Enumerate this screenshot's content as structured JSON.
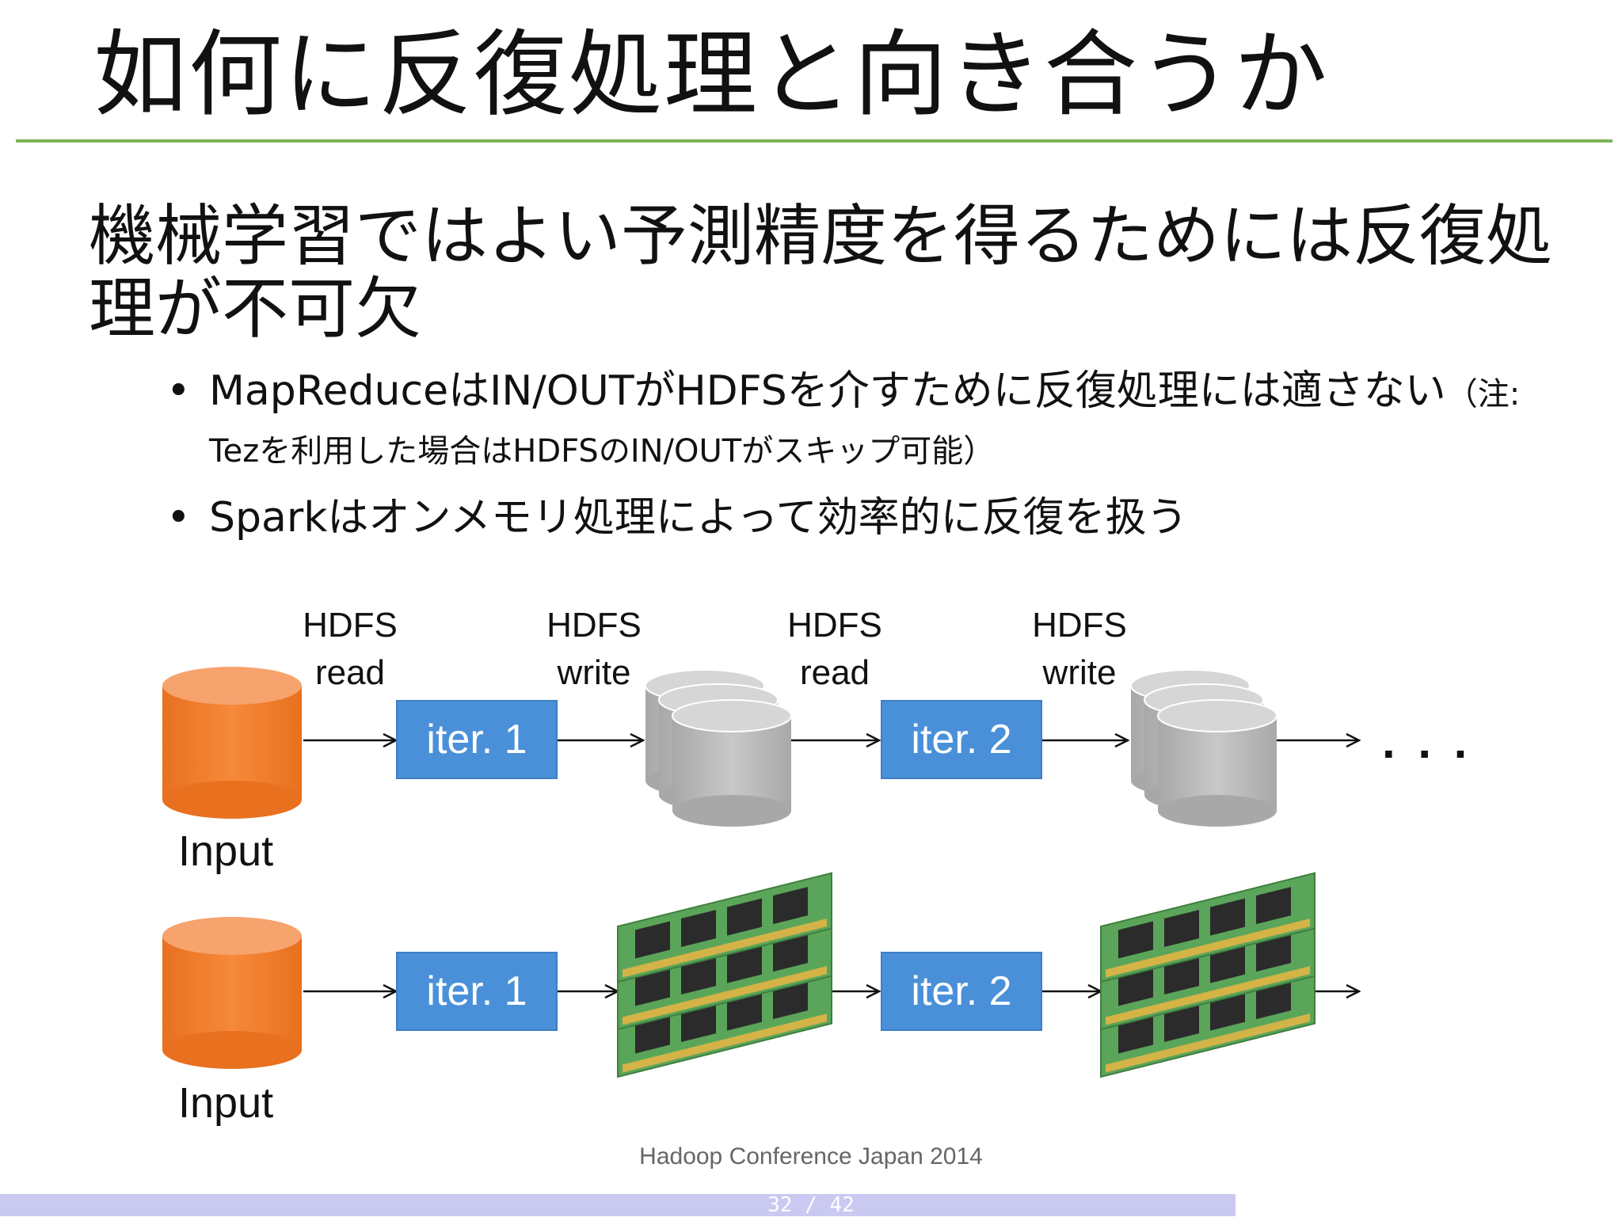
{
  "title": "如何に反復処理と向き合うか",
  "main_point": "機械学習ではよい予測精度を得るためには反復処理が不可欠",
  "bullets": {
    "b1_main": "MapReduceはIN/OUTがHDFSを介すために反復処理には適さない",
    "b1_note": "（注: Tezを利用した場合はHDFSのIN/OUTがスキップ可能）",
    "b2": "Sparkはオンメモリ処理によって効率的に反復を扱う"
  },
  "diagram": {
    "hdfs_read_1": [
      "HDFS",
      "read"
    ],
    "hdfs_write_1": [
      "HDFS",
      "write"
    ],
    "hdfs_read_2": [
      "HDFS",
      "read"
    ],
    "hdfs_write_2": [
      "HDFS",
      "write"
    ],
    "input_top": "Input",
    "input_bottom": "Input",
    "iter1_top": "iter. 1",
    "iter2_top": "iter. 2",
    "iter1_bottom": "iter. 1",
    "iter2_bottom": "iter. 2",
    "ellipsis": ". . .",
    "colors": {
      "input_cylinder": "#f08030",
      "hdfs_cylinder": "#bdbdbd",
      "iter_box": "#4a90d9",
      "ram_pcb": "#5aa55a",
      "title_rule": "#7cb356"
    }
  },
  "footer": {
    "conference": "Hadoop Conference Japan 2014",
    "page": "32 / 42"
  }
}
